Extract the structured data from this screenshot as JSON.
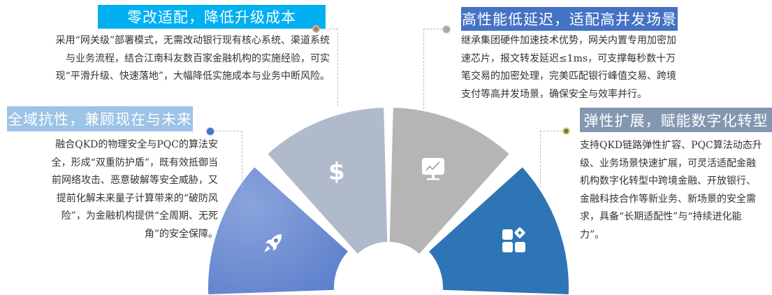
{
  "cards": [
    {
      "title": "零改适配，降低升级成本",
      "desc": "采用“网关级”部署模式，无需改动银行现有核心系统、渠道系统与业务流程，结合江南科友数百家金融机构的实施经验，可实现“平滑升级、快速落地”，大幅降低实施成本与业务中断风险。",
      "color": "#00b0f0",
      "icon": "dollar-icon"
    },
    {
      "title": "全域抗性，兼顾现在与未来",
      "desc": "融合QKD的物理安全与PQC的算法安全，形成“双重防护盾”，既有效抵御当前网络攻击、恶意破解等安全威胁，又提前化解未来量子计算带来的“破防风险”，为金融机构提供“全周期、无死角”的安全保障。",
      "color": "#9dc3e6",
      "icon": "rocket-icon"
    },
    {
      "title": "高性能低延迟，适配高并发场景",
      "desc": "继承集团硬件加速技术优势，网关内置专用加密加速芯片，报文转发延迟≤1ms，可支撑每秒数十万笔交易的加密处理，完美匹配银行峰值交易、跨境支付等高并发场景，确保安全与效率并行。",
      "color": "#4472c4",
      "icon": "monitor-chart-icon"
    },
    {
      "title": "弹性扩展，赋能数字化转型",
      "desc": "支持QKD链路弹性扩容、PQC算法动态升级、业务场景快速扩展，可灵活适配金融机构数字化转型中跨境金融、开放银行、金融科技合作等新业务、新场景的安全需求，具备“长期适配性”与“持续进化能力”。",
      "color": "#8497b0",
      "icon": "apps-icon"
    }
  ],
  "dollar_symbol": "$",
  "wedge_colors": {
    "left": "#5b7fcc",
    "top_left": "#b0bacb",
    "top_right": "#b5b5b5",
    "right": "#2e75b6"
  }
}
